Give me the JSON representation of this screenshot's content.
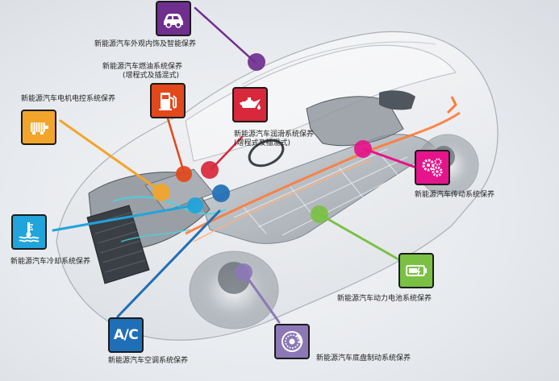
{
  "labels": {
    "exterior": "新能源汽车外观内饰及智能保养",
    "fuel_line1": "新能源汽车燃油系统保养",
    "fuel_line2": "(增程式及插混式)",
    "motor": "新能源汽车电机电控系统保养",
    "lube_line1": "新能源汽车润滑系统保养",
    "lube_line2": "(增程式及插混式)",
    "transmission": "新能源汽车传动系统保养",
    "cooling": "新能源汽车冷却系统保养",
    "battery": "新能源汽车动力电池系统保养",
    "ac": "新能源汽车空调系统保养",
    "brake": "新能源汽车底盘制动系统保养"
  },
  "ac_icon_text": "A/C",
  "icons": {
    "exterior": "car-icon",
    "fuel": "fuel-pump-icon",
    "motor": "motor-icon",
    "lube": "oil-can-icon",
    "transmission": "gears-icon",
    "cooling": "coolant-icon",
    "battery": "battery-icon",
    "ac": "ac-icon",
    "brake": "brake-disc-icon"
  },
  "colors": {
    "exterior": "#6f2f8f",
    "fuel": "#e2481c",
    "motor": "#f2a52a",
    "lube": "#d8283c",
    "transmission": "#e5148a",
    "cooling": "#20a4db",
    "battery": "#7ac143",
    "ac": "#1f6fb6",
    "brake": "#8c78b6"
  }
}
